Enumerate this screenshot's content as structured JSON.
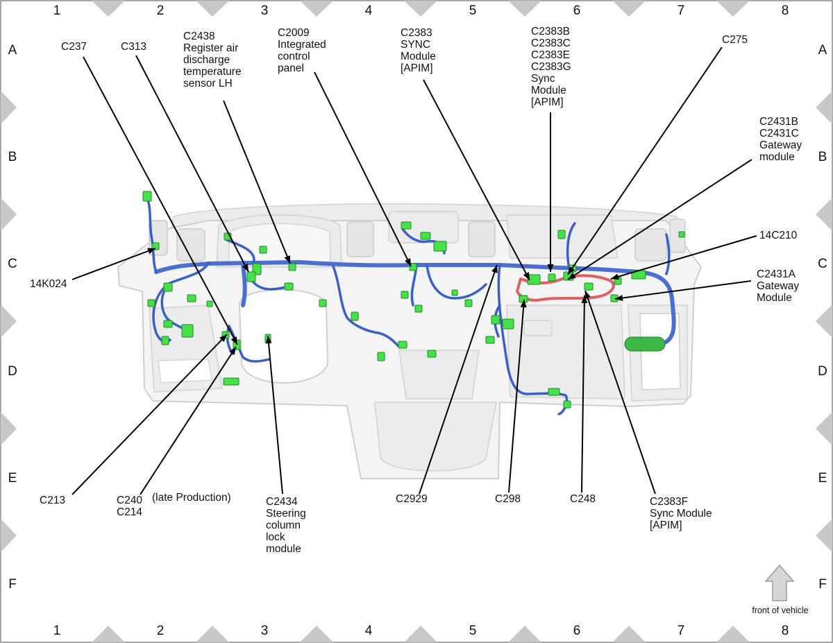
{
  "grid": {
    "columns": [
      "1",
      "2",
      "3",
      "4",
      "5",
      "6",
      "7",
      "8"
    ],
    "rows": [
      "A",
      "B",
      "C",
      "D",
      "E",
      "F"
    ]
  },
  "labels": {
    "c237": [
      "C237"
    ],
    "c313": [
      "C313"
    ],
    "c2438": [
      "C2438",
      "Register air",
      "discharge",
      "temperature",
      "sensor LH"
    ],
    "c2009": [
      "C2009",
      "Integrated",
      "control",
      "panel"
    ],
    "c2383": [
      "C2383",
      "SYNC",
      "Module",
      "[APIM]"
    ],
    "c2383b": [
      "C2383B",
      "C2383C",
      "C2383E",
      "C2383G",
      "Sync",
      "Module",
      "[APIM]"
    ],
    "c275": [
      "C275"
    ],
    "c2431b": [
      "C2431B",
      "C2431C",
      "Gateway",
      "module"
    ],
    "c14c210": [
      "14C210"
    ],
    "c2431a": [
      "C2431A",
      "Gateway",
      "Module"
    ],
    "c14k024": [
      "14K024"
    ],
    "c213": [
      "C213"
    ],
    "c240": [
      "C240",
      "C214"
    ],
    "late_production": [
      "(late Production)"
    ],
    "c2434": [
      "C2434",
      "Steering",
      "column",
      "lock",
      "module"
    ],
    "c2929": [
      "C2929"
    ],
    "c298": [
      "C298"
    ],
    "c248": [
      "C248"
    ],
    "c2383f": [
      "C2383F",
      "Sync Module",
      "[APIM]"
    ]
  },
  "orientation": {
    "text": "front of vehicle",
    "icon": "front-of-vehicle-arrow-icon"
  },
  "colors": {
    "harness": "#4a6fd1",
    "connector": "#46e04a",
    "sub_harness": "#e06060",
    "grid_marker": "#c8c8c8"
  }
}
